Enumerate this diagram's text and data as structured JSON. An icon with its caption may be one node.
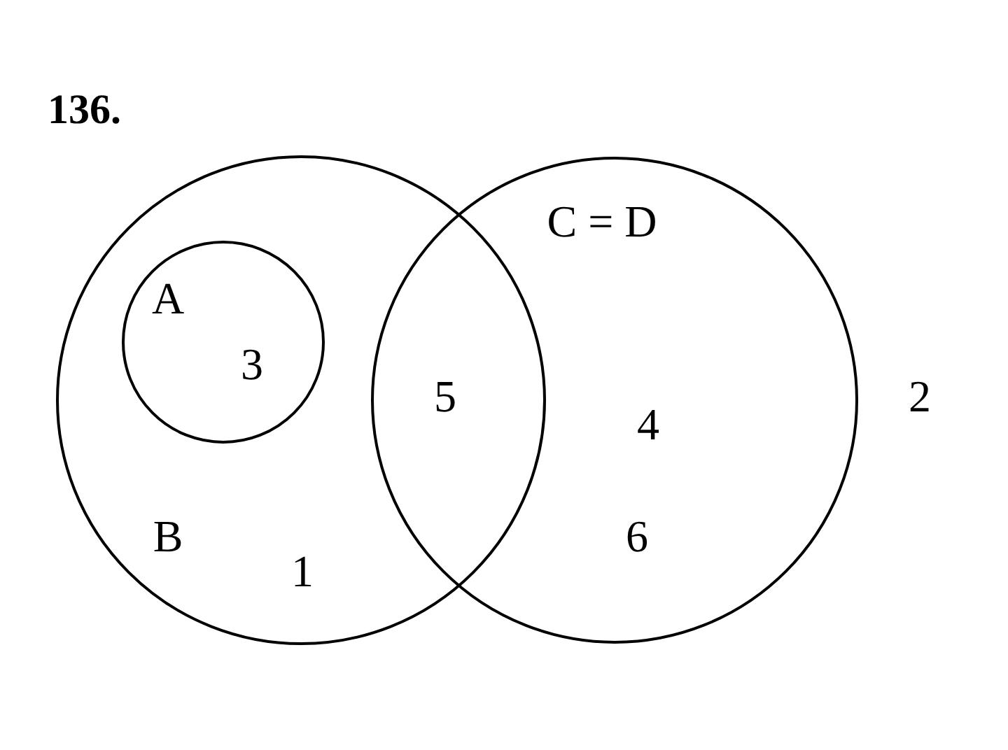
{
  "diagram": {
    "title": "136.",
    "nodes": [
      {
        "text": [
          "B",
          "1"
        ]
      },
      {
        "text": [
          "A",
          "3"
        ],
        "in": 0
      },
      {
        "text": [
          "C = D",
          "4",
          "6"
        ]
      }
    ],
    "labels": [
      "5",
      "2"
    ]
  }
}
